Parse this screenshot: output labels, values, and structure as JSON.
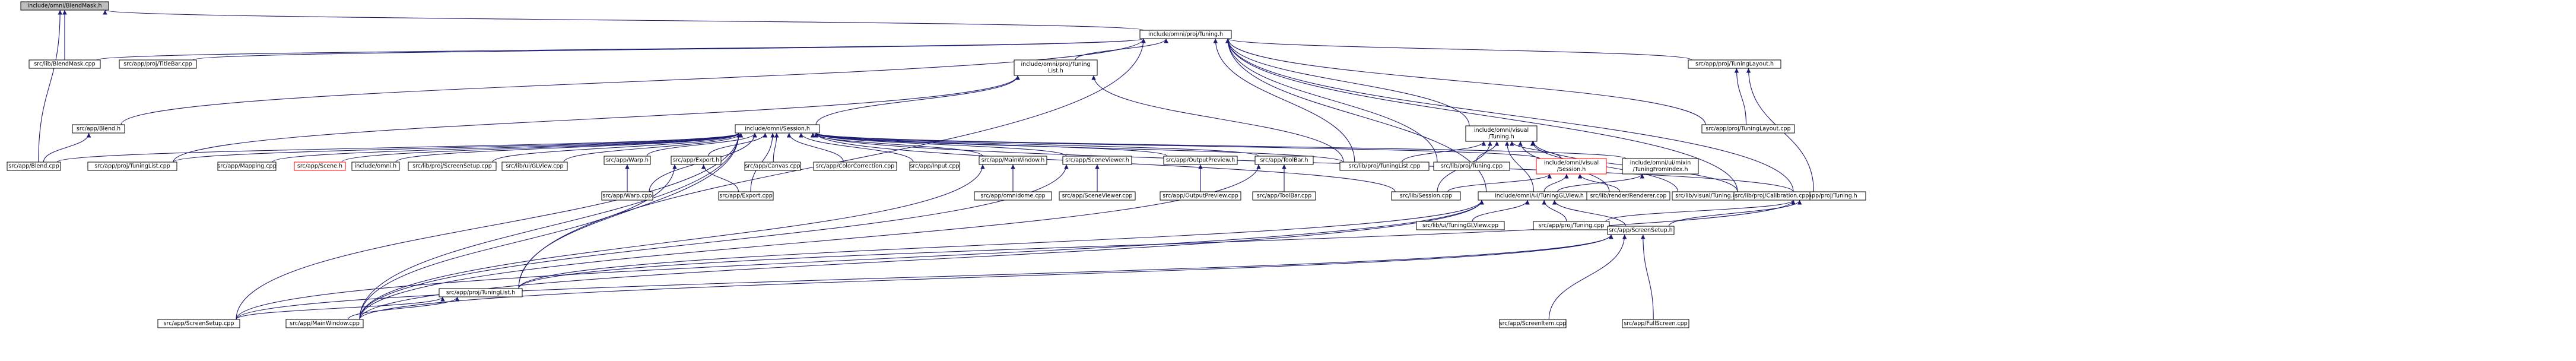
{
  "graph": {
    "nodes": [
      {
        "id": "blendmask_h",
        "lines": [
          "include/omni/BlendMask.h"
        ],
        "style": "root"
      },
      {
        "id": "tuning_h",
        "lines": [
          "include/omni/proj/Tuning.h"
        ]
      },
      {
        "id": "lib_blendmask",
        "lines": [
          "src/lib/BlendMask.cpp"
        ]
      },
      {
        "id": "titlebar",
        "lines": [
          "src/app/proj/TitleBar.cpp"
        ]
      },
      {
        "id": "tuninglist_h",
        "lines": [
          "include/omni/proj/Tuning",
          "List.h"
        ]
      },
      {
        "id": "tuninglayout_h",
        "lines": [
          "src/app/proj/TuningLayout.h"
        ]
      },
      {
        "id": "app_blend_h",
        "lines": [
          "src/app/Blend.h"
        ]
      },
      {
        "id": "visual_tuning_h",
        "lines": [
          "include/omni/visual",
          "/Tuning.h"
        ]
      },
      {
        "id": "tuninglayout_cpp",
        "lines": [
          "src/app/proj/TuningLayout.cpp"
        ]
      },
      {
        "id": "session_h",
        "lines": [
          "include/omni/Session.h"
        ]
      },
      {
        "id": "app_blend_cpp",
        "lines": [
          "src/app/Blend.cpp"
        ]
      },
      {
        "id": "app_tuninglist_cpp",
        "lines": [
          "src/app/proj/TuningList.cpp"
        ]
      },
      {
        "id": "mapping",
        "lines": [
          "src/app/Mapping.cpp"
        ]
      },
      {
        "id": "scene_h",
        "lines": [
          "src/app/Scene.h"
        ],
        "style": "red"
      },
      {
        "id": "omni_h",
        "lines": [
          "include/omni.h"
        ]
      },
      {
        "id": "lib_screensetup",
        "lines": [
          "src/lib/proj/ScreenSetup.cpp"
        ]
      },
      {
        "id": "lib_ui_glview",
        "lines": [
          "src/lib/ui/GLView.cpp"
        ]
      },
      {
        "id": "warp_h",
        "lines": [
          "src/app/Warp.h"
        ]
      },
      {
        "id": "export_h",
        "lines": [
          "src/app/Export.h"
        ]
      },
      {
        "id": "canvas",
        "lines": [
          "src/app/Canvas.cpp"
        ]
      },
      {
        "id": "colorcorrection",
        "lines": [
          "src/app/ColorCorrection.cpp"
        ]
      },
      {
        "id": "input",
        "lines": [
          "src/app/Input.cpp"
        ]
      },
      {
        "id": "mainwindow_h",
        "lines": [
          "src/app/MainWindow.h"
        ]
      },
      {
        "id": "sceneviewer_h",
        "lines": [
          "src/app/SceneViewer.h"
        ]
      },
      {
        "id": "outputpreview_h",
        "lines": [
          "src/app/OutputPreview.h"
        ]
      },
      {
        "id": "toolbar_h",
        "lines": [
          "src/app/ToolBar.h"
        ]
      },
      {
        "id": "lib_tuninglist_cpp",
        "lines": [
          "src/lib/proj/TuningList.cpp"
        ]
      },
      {
        "id": "lib_tuning_cpp",
        "lines": [
          "src/lib/proj/Tuning.cpp"
        ]
      },
      {
        "id": "visual_session_h",
        "lines": [
          "include/omni/visual",
          "/Session.h"
        ],
        "style": "red"
      },
      {
        "id": "mixin_h",
        "lines": [
          "include/omni/ui/mixin",
          "/TuningFromIndex.h"
        ]
      },
      {
        "id": "app_tuning_h",
        "lines": [
          "src/app/proj/Tuning.h"
        ]
      },
      {
        "id": "warp_cpp",
        "lines": [
          "src/app/Warp.cpp"
        ]
      },
      {
        "id": "export_cpp",
        "lines": [
          "src/app/Export.cpp"
        ]
      },
      {
        "id": "omnidome",
        "lines": [
          "src/app/omnidome.cpp"
        ]
      },
      {
        "id": "sceneviewer_cpp",
        "lines": [
          "src/app/SceneViewer.cpp"
        ]
      },
      {
        "id": "outputpreview_cpp",
        "lines": [
          "src/app/OutputPreview.cpp"
        ]
      },
      {
        "id": "toolbar_cpp",
        "lines": [
          "src/app/ToolBar.cpp"
        ]
      },
      {
        "id": "lib_session",
        "lines": [
          "src/lib/Session.cpp"
        ]
      },
      {
        "id": "tuningglview_h",
        "lines": [
          "include/omni/ui/TuningGLView.h"
        ]
      },
      {
        "id": "renderer",
        "lines": [
          "src/lib/render/Renderer.cpp"
        ]
      },
      {
        "id": "visual_tuning_cpp",
        "lines": [
          "src/lib/visual/Tuning.cpp"
        ]
      },
      {
        "id": "calibration",
        "lines": [
          "src/lib/proj/Calibration.cpp"
        ]
      },
      {
        "id": "lib_tuningglview",
        "lines": [
          "src/lib/ui/TuningGLView.cpp"
        ]
      },
      {
        "id": "app_tuning_cpp",
        "lines": [
          "src/app/proj/Tuning.cpp"
        ]
      },
      {
        "id": "screensetup_h",
        "lines": [
          "src/app/ScreenSetup.h"
        ]
      },
      {
        "id": "app_tuninglist_h",
        "lines": [
          "src/app/proj/TuningList.h"
        ]
      },
      {
        "id": "screenitem",
        "lines": [
          "src/app/ScreenItem.cpp"
        ]
      },
      {
        "id": "fullscreen",
        "lines": [
          "src/app/FullScreen.cpp"
        ]
      },
      {
        "id": "app_screensetup_cpp",
        "lines": [
          "src/app/ScreenSetup.cpp"
        ]
      },
      {
        "id": "mainwindow_cpp",
        "lines": [
          "src/app/MainWindow.cpp"
        ]
      }
    ],
    "edges": [
      [
        "lib_blendmask",
        "blendmask_h"
      ],
      [
        "app_blend_cpp",
        "blendmask_h"
      ],
      [
        "tuning_h",
        "blendmask_h"
      ],
      [
        "lib_blendmask",
        "tuning_h"
      ],
      [
        "titlebar",
        "tuning_h"
      ],
      [
        "tuninglist_h",
        "tuning_h"
      ],
      [
        "app_blend_h",
        "tuning_h"
      ],
      [
        "visual_tuning_h",
        "tuning_h"
      ],
      [
        "tuninglayout_h",
        "tuning_h"
      ],
      [
        "tuninglayout_cpp",
        "tuning_h"
      ],
      [
        "app_tuning_h",
        "tuning_h"
      ],
      [
        "lib_tuninglist_cpp",
        "tuning_h"
      ],
      [
        "lib_tuning_cpp",
        "tuning_h"
      ],
      [
        "calibration",
        "tuning_h"
      ],
      [
        "tuningglview_h",
        "tuning_h"
      ],
      [
        "app_tuninglist_h",
        "tuning_h"
      ],
      [
        "tuninglayout_cpp",
        "tuninglayout_h"
      ],
      [
        "app_tuning_h",
        "tuninglayout_h"
      ],
      [
        "session_h",
        "tuninglist_h"
      ],
      [
        "lib_tuninglist_cpp",
        "tuninglist_h"
      ],
      [
        "app_tuninglist_cpp",
        "tuninglist_h"
      ],
      [
        "app_blend_cpp",
        "app_blend_h"
      ],
      [
        "app_blend_cpp",
        "session_h"
      ],
      [
        "app_tuninglist_cpp",
        "session_h"
      ],
      [
        "mapping",
        "session_h"
      ],
      [
        "scene_h",
        "session_h"
      ],
      [
        "omni_h",
        "session_h"
      ],
      [
        "lib_screensetup",
        "session_h"
      ],
      [
        "lib_ui_glview",
        "session_h"
      ],
      [
        "warp_h",
        "session_h"
      ],
      [
        "export_h",
        "session_h"
      ],
      [
        "canvas",
        "session_h"
      ],
      [
        "colorcorrection",
        "session_h"
      ],
      [
        "input",
        "session_h"
      ],
      [
        "mainwindow_h",
        "session_h"
      ],
      [
        "sceneviewer_h",
        "session_h"
      ],
      [
        "outputpreview_h",
        "session_h"
      ],
      [
        "toolbar_h",
        "session_h"
      ],
      [
        "lib_tuninglist_cpp",
        "session_h"
      ],
      [
        "visual_session_h",
        "session_h"
      ],
      [
        "mixin_h",
        "session_h"
      ],
      [
        "lib_session",
        "session_h"
      ],
      [
        "app_tuning_h",
        "session_h"
      ],
      [
        "warp_cpp",
        "session_h"
      ],
      [
        "export_cpp",
        "session_h"
      ],
      [
        "mainwindow_cpp",
        "session_h"
      ],
      [
        "app_tuninglist_h",
        "session_h"
      ],
      [
        "app_screensetup_cpp",
        "session_h"
      ],
      [
        "lib_tuninglist_cpp",
        "visual_tuning_h"
      ],
      [
        "lib_tuning_cpp",
        "visual_tuning_h"
      ],
      [
        "visual_session_h",
        "visual_tuning_h"
      ],
      [
        "lib_session",
        "visual_tuning_h"
      ],
      [
        "tuningglview_h",
        "visual_tuning_h"
      ],
      [
        "visual_tuning_cpp",
        "visual_tuning_h"
      ],
      [
        "calibration",
        "visual_tuning_h"
      ],
      [
        "renderer",
        "visual_tuning_h"
      ],
      [
        "warp_cpp",
        "warp_h"
      ],
      [
        "export_cpp",
        "export_h"
      ],
      [
        "mainwindow_cpp",
        "export_h"
      ],
      [
        "omnidome",
        "mainwindow_h"
      ],
      [
        "mainwindow_cpp",
        "mainwindow_h"
      ],
      [
        "sceneviewer_cpp",
        "sceneviewer_h"
      ],
      [
        "mainwindow_cpp",
        "sceneviewer_h"
      ],
      [
        "outputpreview_cpp",
        "outputpreview_h"
      ],
      [
        "toolbar_cpp",
        "toolbar_h"
      ],
      [
        "mainwindow_cpp",
        "toolbar_h"
      ],
      [
        "lib_session",
        "visual_session_h"
      ],
      [
        "renderer",
        "visual_session_h"
      ],
      [
        "tuningglview_h",
        "visual_session_h"
      ],
      [
        "tuningglview_h",
        "mixin_h"
      ],
      [
        "lib_tuningglview",
        "tuningglview_h"
      ],
      [
        "app_tuning_cpp",
        "tuningglview_h"
      ],
      [
        "app_tuninglist_h",
        "tuningglview_h"
      ],
      [
        "screensetup_h",
        "tuningglview_h"
      ],
      [
        "mainwindow_cpp",
        "tuningglview_h"
      ],
      [
        "app_screensetup_cpp",
        "tuningglview_h"
      ],
      [
        "app_tuning_cpp",
        "app_tuning_h"
      ],
      [
        "screensetup_h",
        "app_tuning_h"
      ],
      [
        "app_tuninglist_h",
        "app_tuning_h"
      ],
      [
        "screenitem",
        "screensetup_h"
      ],
      [
        "fullscreen",
        "screensetup_h"
      ],
      [
        "app_screensetup_cpp",
        "screensetup_h"
      ],
      [
        "mainwindow_cpp",
        "screensetup_h"
      ],
      [
        "app_screensetup_cpp",
        "app_tuninglist_h"
      ],
      [
        "mainwindow_cpp",
        "app_tuninglist_h"
      ]
    ]
  }
}
